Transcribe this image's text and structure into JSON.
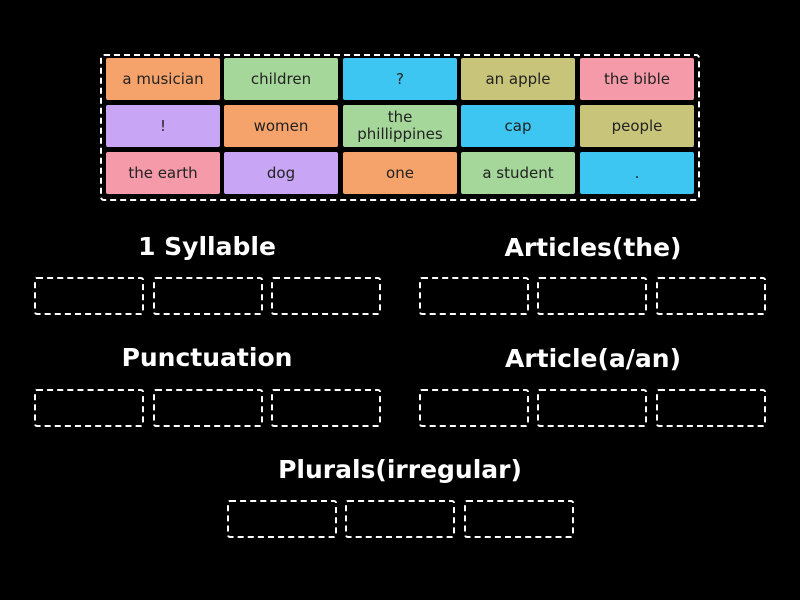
{
  "tiles": [
    {
      "label": "a musician",
      "color": "#f5a36b"
    },
    {
      "label": "children",
      "color": "#a5d69a"
    },
    {
      "label": "?",
      "color": "#3cc6f1"
    },
    {
      "label": "an apple",
      "color": "#c8c47a"
    },
    {
      "label": "the bible",
      "color": "#f59aa8"
    },
    {
      "label": "!",
      "color": "#c8a6f5"
    },
    {
      "label": "women",
      "color": "#f5a36b"
    },
    {
      "label": "the phillippines",
      "color": "#a5d69a"
    },
    {
      "label": "cap",
      "color": "#3cc6f1"
    },
    {
      "label": "people",
      "color": "#c8c47a"
    },
    {
      "label": "the earth",
      "color": "#f59aa8"
    },
    {
      "label": "dog",
      "color": "#c8a6f5"
    },
    {
      "label": "one",
      "color": "#f5a36b"
    },
    {
      "label": "a student",
      "color": "#a5d69a"
    },
    {
      "label": ".",
      "color": "#3cc6f1"
    }
  ],
  "groups": {
    "one_syllable": {
      "title": "1 Syllable"
    },
    "articles_the": {
      "title": "Articles(the)"
    },
    "punctuation": {
      "title": "Punctuation"
    },
    "article_a_an": {
      "title": "Article(a/an)"
    },
    "plurals_irregular": {
      "title": "Plurals(irregular)"
    }
  }
}
